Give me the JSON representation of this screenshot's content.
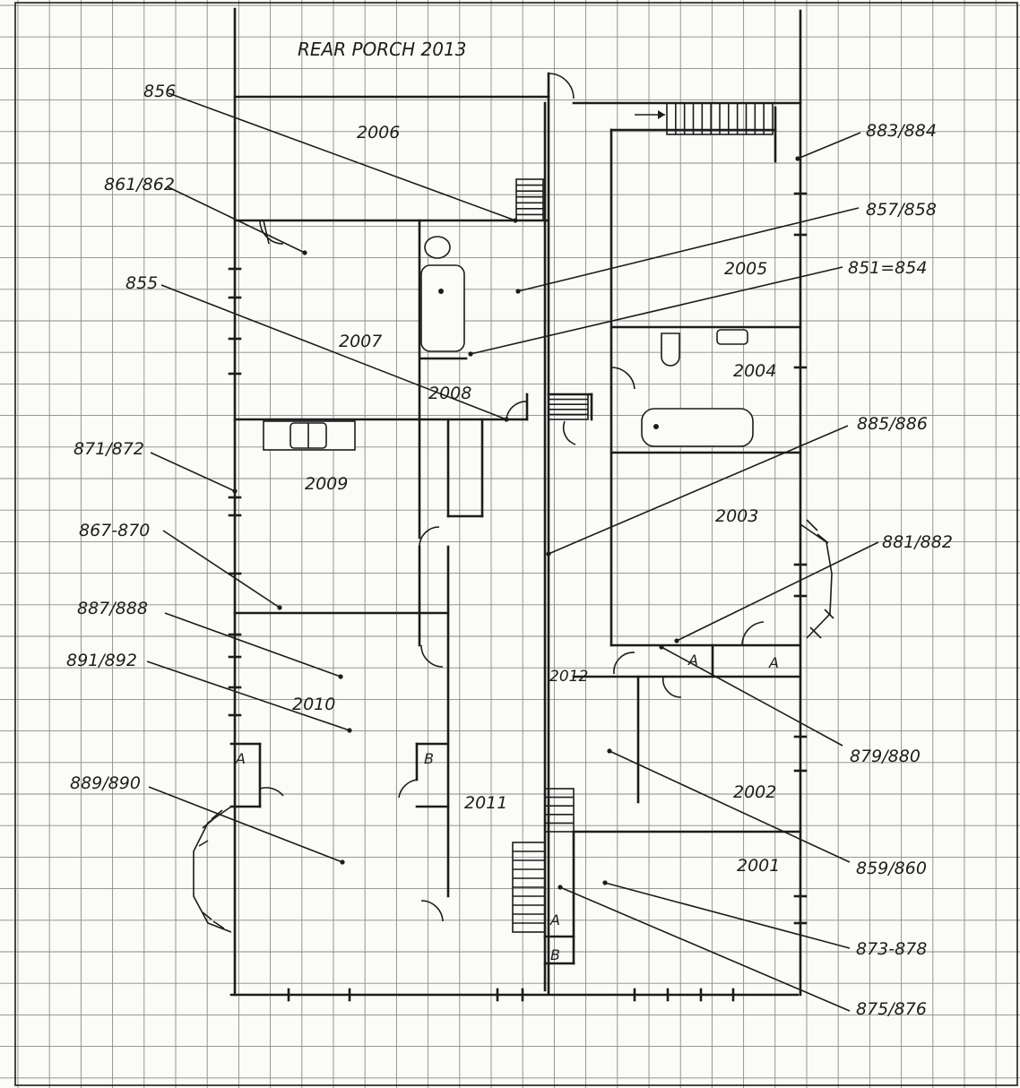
{
  "title": "REAR PORCH 2013",
  "rooms": [
    "2001",
    "2002",
    "2003",
    "2004",
    "2005",
    "2006",
    "2007",
    "2008",
    "2009",
    "2010",
    "2011",
    "2012"
  ],
  "callouts": [
    "856",
    "861/862",
    "855",
    "871/872",
    "867-870",
    "887/888",
    "891/892",
    "889/890",
    "883/884",
    "857/858",
    "851=854",
    "885/886",
    "881/882",
    "879/880",
    "859/860",
    "873-878",
    "875/876"
  ],
  "markers": [
    "A",
    "A",
    "A",
    "B",
    "A",
    "B"
  ],
  "colors": {
    "grid": "#8a8a8a",
    "ink": "#1c1c1c",
    "paper": "#fbfbf8"
  }
}
